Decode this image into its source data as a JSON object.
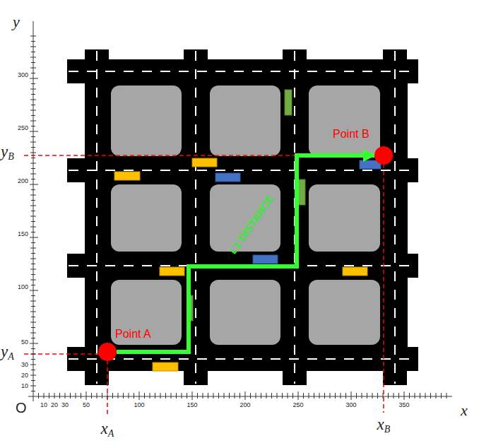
{
  "diagram": {
    "nodes": [
      {
        "text": [
          "Point A"
        ]
      },
      {
        "text": [
          "Point B"
        ]
      }
    ],
    "edges": [
      {
        "from": 0,
        "to": 1,
        "arrow": "to",
        "label": "L1 DISTANCE"
      }
    ],
    "labels": [
      "y",
      "300",
      "250",
      "yB",
      "200",
      "150",
      "100",
      "50",
      "yA",
      "30",
      "20",
      "10",
      "O",
      "10",
      "20",
      "30",
      "50",
      "100",
      "150",
      "200",
      "250",
      "300",
      "350",
      "x",
      "xA",
      "xB"
    ]
  }
}
